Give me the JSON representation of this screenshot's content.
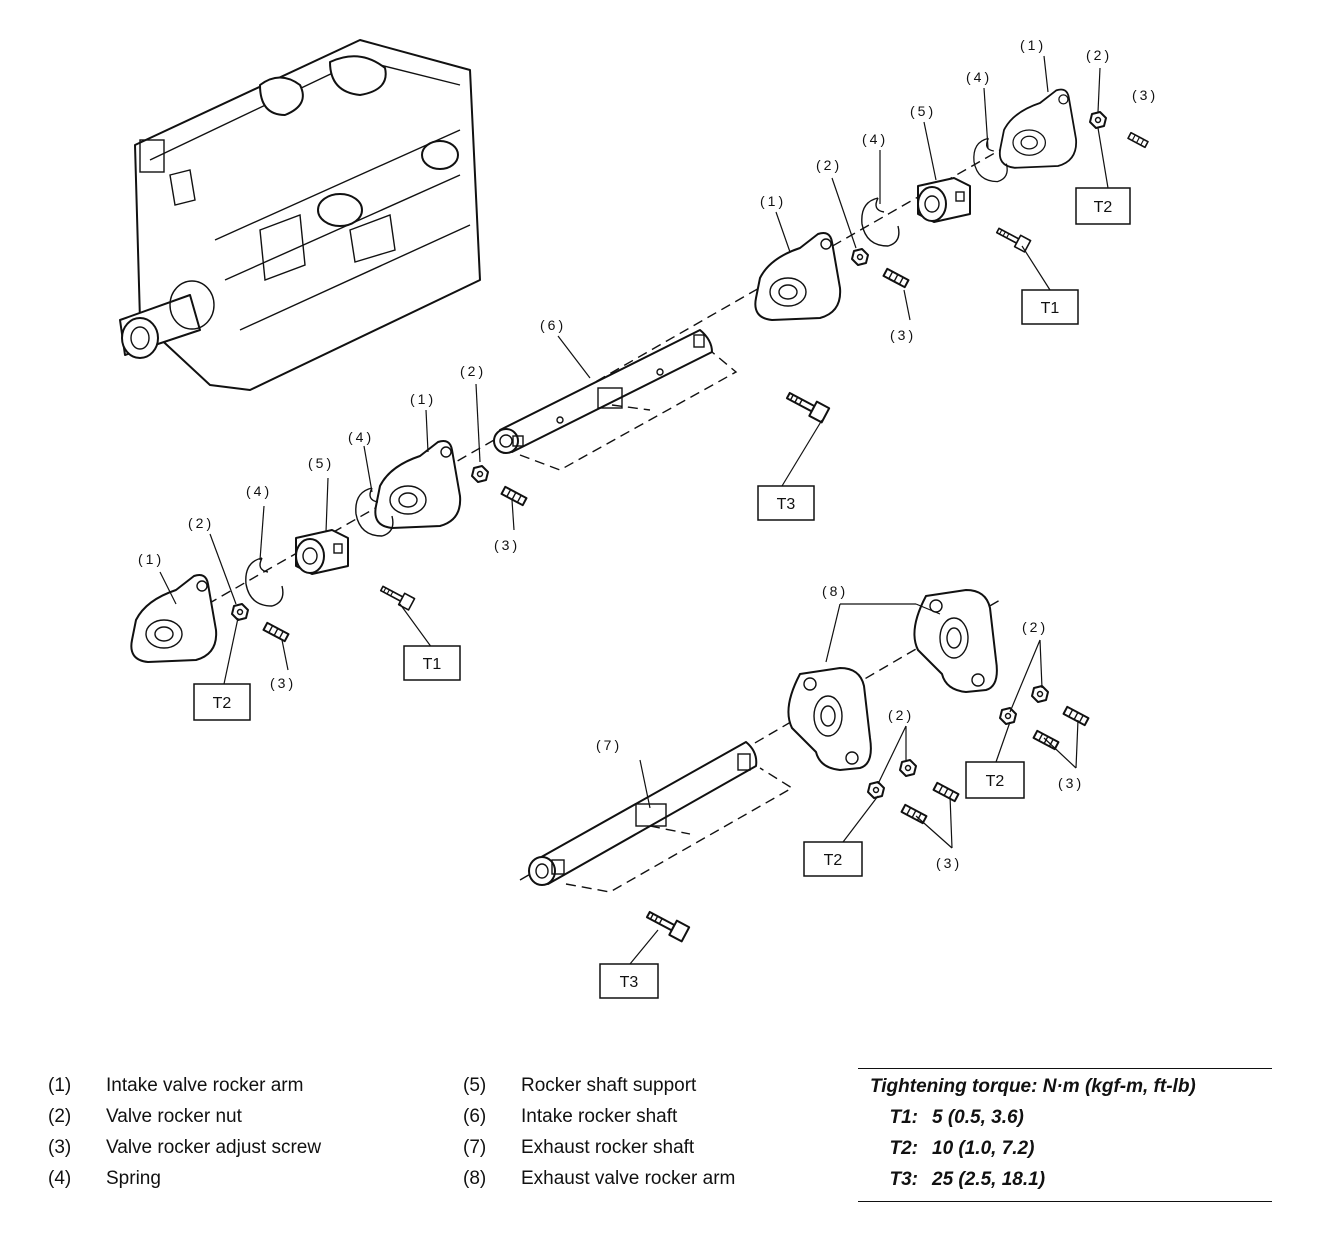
{
  "diagram": {
    "callouts": {
      "c1": "(1)",
      "c2": "(2)",
      "c3": "(3)",
      "c4": "(4)",
      "c5": "(5)",
      "c6": "(6)",
      "c7": "(7)",
      "c8": "(8)"
    },
    "torque_tags": {
      "t1": "T1",
      "t2": "T2",
      "t3": "T3"
    }
  },
  "legend": {
    "left": [
      {
        "num": "(1)",
        "label": "Intake valve rocker arm"
      },
      {
        "num": "(2)",
        "label": "Valve rocker nut"
      },
      {
        "num": "(3)",
        "label": "Valve rocker adjust screw"
      },
      {
        "num": "(4)",
        "label": "Spring"
      }
    ],
    "right": [
      {
        "num": "(5)",
        "label": "Rocker shaft support"
      },
      {
        "num": "(6)",
        "label": "Intake rocker shaft"
      },
      {
        "num": "(7)",
        "label": "Exhaust rocker shaft"
      },
      {
        "num": "(8)",
        "label": "Exhaust valve rocker arm"
      }
    ]
  },
  "torque": {
    "title": "Tightening torque: N·m (kgf-m, ft-lb)",
    "rows": [
      {
        "key": "T1:",
        "value": "5 (0.5, 3.6)"
      },
      {
        "key": "T2:",
        "value": "10 (1.0, 7.2)"
      },
      {
        "key": "T3:",
        "value": "25 (2.5, 18.1)"
      }
    ]
  }
}
